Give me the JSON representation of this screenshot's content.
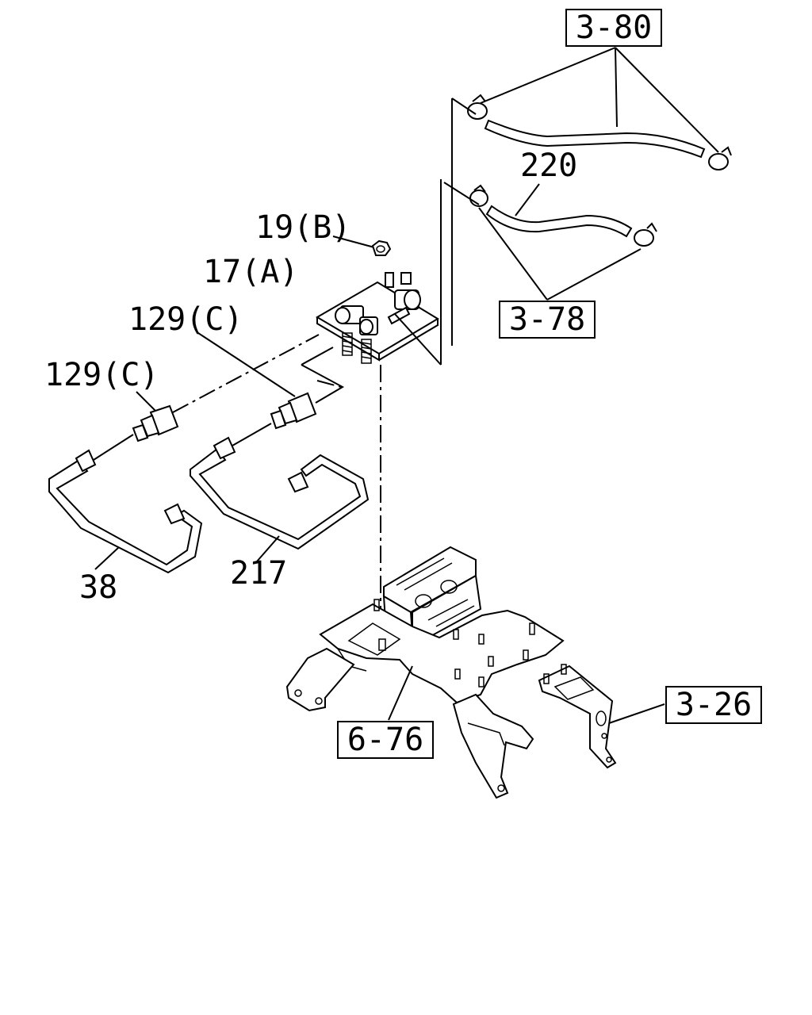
{
  "labels": {
    "ref_3_80": "3-80",
    "part_220": "220",
    "part_19b": "19(B)",
    "part_17a": "17(A)",
    "part_129c_upper": "129(C)",
    "part_129c_lower": "129(C)",
    "ref_3_78": "3-78",
    "part_38": "38",
    "part_217": "217",
    "ref_6_76": "6-76",
    "ref_3_26": "3-26"
  }
}
